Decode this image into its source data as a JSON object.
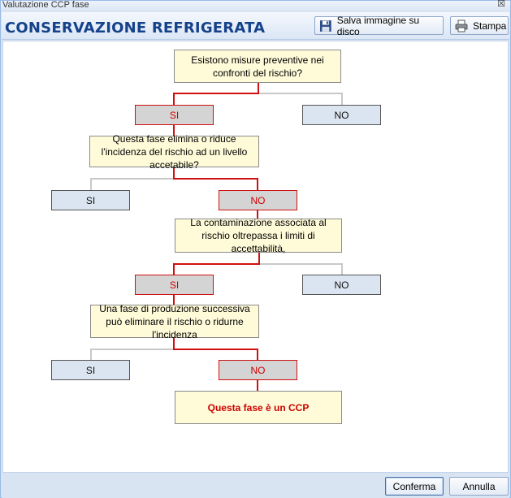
{
  "window": {
    "title": "Valutazione CCP fase",
    "close_glyph": "☒"
  },
  "header": {
    "title": "CONSERVAZIONE REFRIGERATA"
  },
  "toolbar": {
    "save_label": "Salva immagine su disco",
    "save_icon": "floppy-disk-icon",
    "print_label": "Stampa",
    "print_icon": "printer-icon"
  },
  "flow": {
    "q1": "Esistono misure preventive nei confronti del rischio?",
    "q1_yes": "SI",
    "q1_no": "NO",
    "q2": "Questa fase elimina o riduce l'incidenza del rischio ad un livello accetabile?",
    "q2_yes": "SI",
    "q2_no": "NO",
    "q3": "La contaminazione associata al rischio oltrepassa i limiti di accettabilità,",
    "q3_yes": "SI",
    "q3_no": "NO",
    "q4": "Una fase di produzione successiva può eliminare il rischio o ridurne l'incidenza",
    "q4_yes": "SI",
    "q4_no": "NO",
    "result": "Questa fase è un CCP"
  },
  "footer": {
    "confirm_label": "Conferma",
    "cancel_label": "Annulla"
  },
  "colors": {
    "active_path": "#d01010",
    "inactive_path": "#c8c8c8",
    "question_bg": "#fffbd9",
    "heading": "#15428b"
  }
}
